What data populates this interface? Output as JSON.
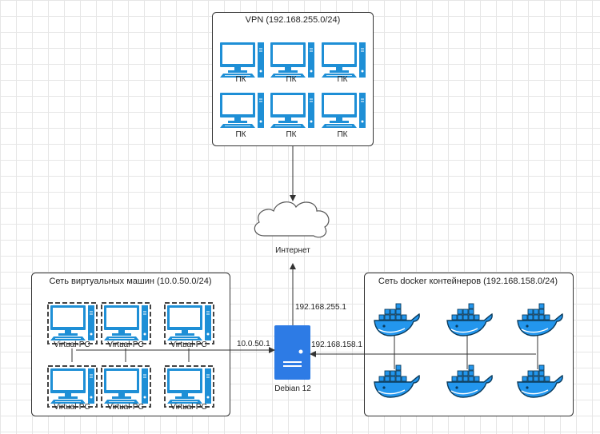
{
  "groups": {
    "vpn": {
      "title": "VPN (192.168.255.0/24)",
      "pc_label": "ПК"
    },
    "vm": {
      "title": "Сеть виртуальных машин (10.0.50.0/24)",
      "pc_label": "Virtual-PC"
    },
    "docker": {
      "title": "Сеть docker контейнеров (192.168.158.0/24)"
    }
  },
  "internet": {
    "label": "Интернет"
  },
  "server": {
    "label": "Debian 12"
  },
  "links": {
    "server_to_internet": "192.168.255.1",
    "server_to_vm": "10.0.50.1",
    "server_to_docker": "192.168.158.1"
  },
  "colors": {
    "pc_blue": "#1e8fd6",
    "server_blue": "#2d7be5",
    "docker_blue": "#2396ed",
    "docker_dark": "#0b3c5d",
    "line": "#333333"
  }
}
